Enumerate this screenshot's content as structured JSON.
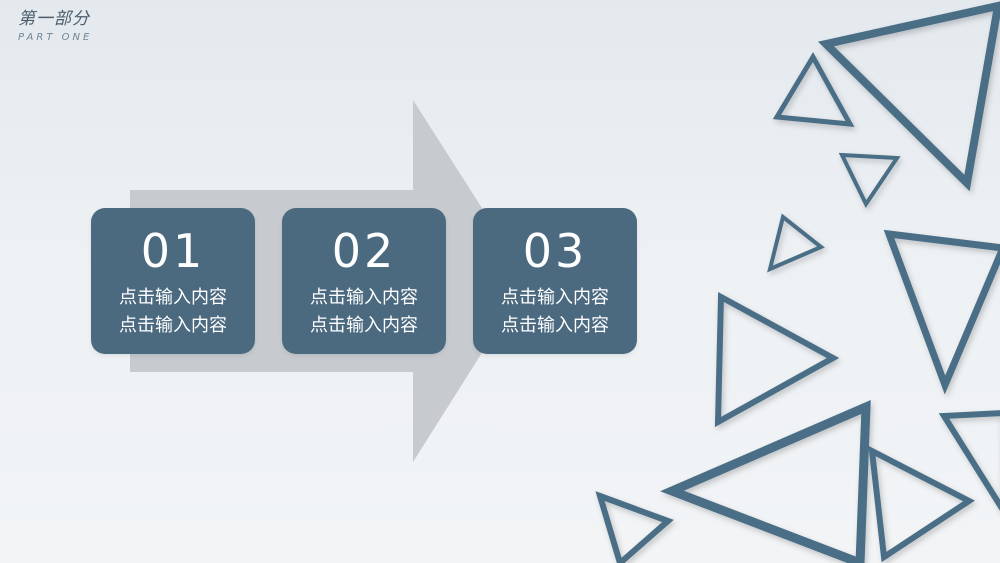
{
  "header": {
    "title": "第一部分",
    "subtitle": "PART ONE"
  },
  "colors": {
    "accent": "#4b6a80",
    "arrow": "#c7cbcf",
    "triangle": "#4b6e87"
  },
  "cards": [
    {
      "number": "01",
      "line1": "点击输入内容",
      "line2": "点击输入内容"
    },
    {
      "number": "02",
      "line1": "点击输入内容",
      "line2": "点击输入内容"
    },
    {
      "number": "03",
      "line1": "点击输入内容",
      "line2": "点击输入内容"
    }
  ]
}
